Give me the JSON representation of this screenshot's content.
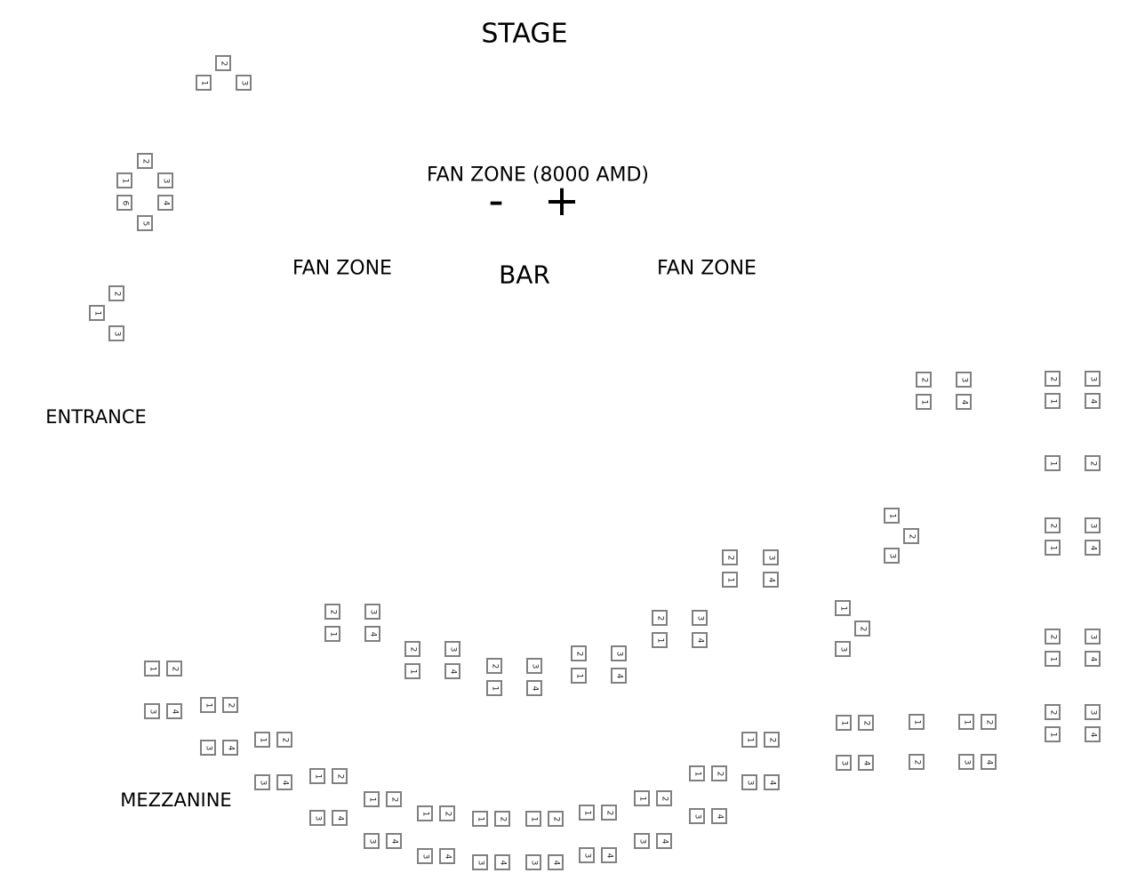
{
  "labels": {
    "stage": "STAGE",
    "fan_zone_paid": "FAN ZONE (8000 AMD)",
    "minus": "-",
    "plus": "+",
    "fan_zone_left": "FAN ZONE",
    "bar": "BAR",
    "fan_zone_right": "FAN ZONE",
    "entrance": "ENTRANCE",
    "mezzanine": "MEZZANINE"
  },
  "seats": [
    "2",
    "1",
    "3",
    "2",
    "1",
    "3",
    "6",
    "4",
    "5",
    "2",
    "1",
    "3",
    "2",
    "3",
    "1",
    "4",
    "2",
    "3",
    "1",
    "4",
    "1",
    "2",
    "2",
    "3",
    "1",
    "4",
    "1",
    "2",
    "3",
    "2",
    "3",
    "1",
    "4",
    "1",
    "2",
    "3",
    "2",
    "3",
    "1",
    "4",
    "2",
    "3",
    "1",
    "4",
    "2",
    "3",
    "1",
    "4",
    "2",
    "3",
    "1",
    "4",
    "2",
    "3",
    "1",
    "4",
    "2",
    "3",
    "1",
    "4",
    "2",
    "3",
    "1",
    "4",
    "1",
    "2",
    "3",
    "4",
    "1",
    "2",
    "3",
    "4",
    "1",
    "2",
    "3",
    "4",
    "1",
    "2",
    "3",
    "4",
    "1",
    "2",
    "3",
    "4",
    "1",
    "2",
    "3",
    "4",
    "1",
    "2",
    "3",
    "4",
    "1",
    "2",
    "3",
    "4",
    "1",
    "2",
    "3",
    "4",
    "1",
    "2",
    "3",
    "4",
    "1",
    "2",
    "3",
    "4",
    "1",
    "2",
    "3",
    "4",
    "1",
    "2",
    "3",
    "4",
    "1",
    "2",
    "1",
    "2",
    "3",
    "4"
  ]
}
